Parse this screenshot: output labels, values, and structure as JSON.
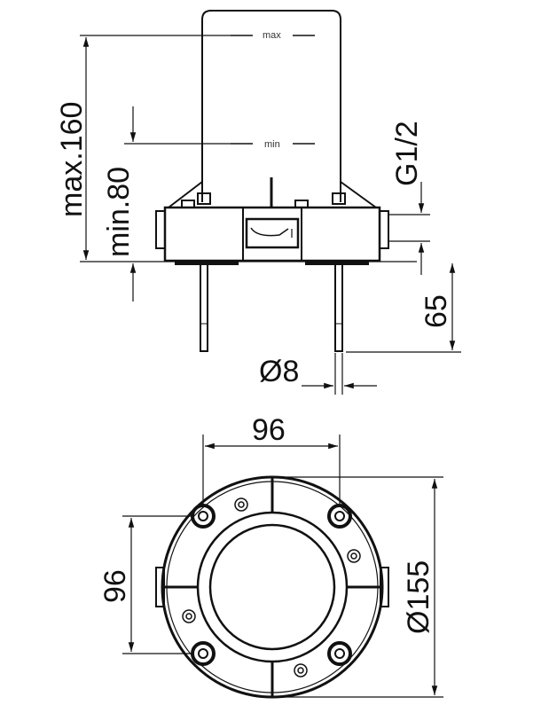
{
  "labels": {
    "max_mark": "max",
    "min_mark": "min",
    "max_height": "max.160",
    "min_height": "min.80",
    "thread": "G1/2",
    "pin_length": "65",
    "pin_diameter": "Ø8",
    "hole_spacing_horizontal": "96",
    "hole_spacing_vertical": "96",
    "flange_diameter": "Ø155"
  },
  "colors": {
    "line": "#111111",
    "background": "#ffffff"
  }
}
